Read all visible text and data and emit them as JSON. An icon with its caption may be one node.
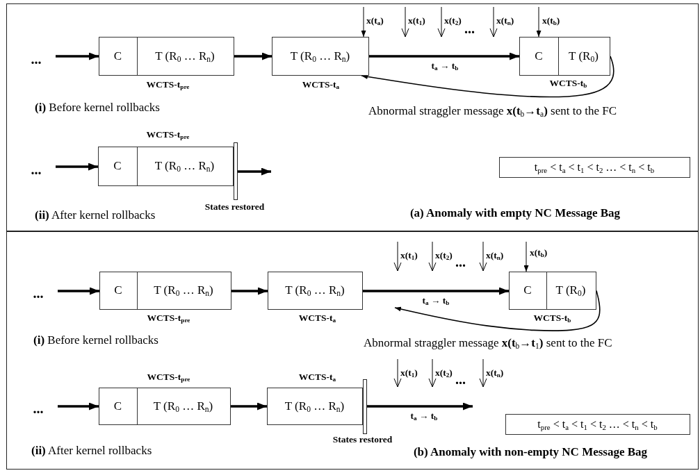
{
  "diagram": {
    "nodes": [
      {
        "text": [
          "(a) Anomaly with empty NC Message Bag"
        ]
      },
      {
        "text": [
          "..."
        ],
        "in": 0
      },
      {
        "text": [
          "C",
          "T (R$_{0}$ … R$_{n}$)"
        ],
        "in": 0,
        "beside": [
          "WCTS-t$_{pre}$"
        ]
      },
      {
        "text": [
          "T (R$_{0}$ … R$_{n}$)"
        ],
        "in": 0,
        "beside": [
          "WCTS-t$_{a}$"
        ]
      },
      {
        "text": [
          "C",
          "T (R$_{0}$)"
        ],
        "in": 0,
        "beside": [
          "WCTS-t$_{b}$"
        ]
      },
      {
        "text": [
          "..."
        ],
        "in": 0
      },
      {
        "text": [
          "C",
          "T (R$_{0}$ … R$_{n}$)"
        ],
        "in": 0,
        "beside": [
          "WCTS-t$_{pre}$"
        ]
      },
      {
        "text": [],
        "shape": "bar",
        "in": 0,
        "beside": [
          "States restored"
        ]
      },
      {
        "text": [
          "t$_{pre}$ < t$_{a}$ < t$_{1}$ < t$_{2}$  … < t$_{n}$ < t$_{b}$"
        ],
        "in": 0
      },
      {
        "text": [
          "(b) Anomaly with non-empty NC Message Bag"
        ]
      },
      {
        "text": [
          "..."
        ],
        "in": 9
      },
      {
        "text": [
          "C",
          "T (R$_{0}$ … R$_{n}$)"
        ],
        "in": 9,
        "beside": [
          "WCTS-t$_{pre}$"
        ]
      },
      {
        "text": [
          "T (R$_{0}$ … R$_{n}$)"
        ],
        "in": 9,
        "beside": [
          "WCTS-t$_{a}$"
        ]
      },
      {
        "text": [
          "C",
          "T (R$_{0}$)"
        ],
        "in": 9,
        "beside": [
          "WCTS-t$_{b}$"
        ]
      },
      {
        "text": [
          "..."
        ],
        "in": 9
      },
      {
        "text": [
          "C",
          "T (R$_{0}$ … R$_{n}$)"
        ],
        "in": 9,
        "beside": [
          "WCTS-t$_{pre}$"
        ]
      },
      {
        "text": [
          "T (R$_{0}$ … R$_{n}$)"
        ],
        "in": 9,
        "beside": [
          "WCTS-t$_{a}$"
        ]
      },
      {
        "text": [],
        "shape": "bar",
        "in": 9,
        "beside": [
          "States restored"
        ]
      },
      {
        "text": [
          "t$_{pre}$ < t$_{a}$ < t$_{1}$ < t$_{2}$  … < t$_{n}$ < t$_{b}$"
        ],
        "in": 9
      }
    ],
    "edges": [
      {
        "from": 1,
        "to": 2,
        "arrow": "to"
      },
      {
        "from": 2,
        "to": 3,
        "arrow": "to"
      },
      {
        "from": null,
        "to": 3,
        "arrow": "to",
        "label": "x(t$_{a}$)"
      },
      {
        "from": 3,
        "to": 4,
        "arrow": "to",
        "label": "t$_{a}$ → t$_{b}$"
      },
      {
        "from": null,
        "to": 4,
        "arrow": "to",
        "label": "x(t$_{b}$)"
      },
      {
        "from": 4,
        "to": 3,
        "arrow": "to",
        "label": "Abnormal straggler message **x(t**$_{b}$**→t**$_{a}$**)** sent to the FC"
      },
      {
        "from": 5,
        "to": 6,
        "arrow": "to"
      },
      {
        "from": 7,
        "to": null,
        "arrow": "to"
      },
      {
        "from": 10,
        "to": 11,
        "arrow": "to"
      },
      {
        "from": 11,
        "to": 12,
        "arrow": "to"
      },
      {
        "from": 12,
        "to": 13,
        "arrow": "to",
        "label": "t$_{a}$ → t$_{b}$"
      },
      {
        "from": null,
        "to": 13,
        "arrow": "to",
        "label": "x(t$_{b}$)"
      },
      {
        "from": 13,
        "to": null,
        "arrow": "to",
        "label": "Abnormal straggler message **x(t**$_{b}$**→t**$_{1}$**)** sent to the FC"
      },
      {
        "from": 14,
        "to": 15,
        "arrow": "to"
      },
      {
        "from": 15,
        "to": 16,
        "arrow": "to"
      },
      {
        "from": 17,
        "to": null,
        "arrow": "to",
        "label": "t$_{a}$ → t$_{b}$"
      }
    ],
    "labels": [
      "**(i)** Before kernel rollbacks",
      "x(t$_{1}$)",
      "x(t$_{2}$)",
      "...",
      "x(t$_{n}$)",
      "**(ii)** After kernel rollbacks",
      "x(t$_{1}$)",
      "x(t$_{2}$)",
      "...",
      "x(t$_{n}$)",
      "**(i)** Before kernel rollbacks",
      "x(t$_{1}$)",
      "x(t$_{2}$)",
      "...",
      "x(t$_{n}$)",
      "**(ii)** After kernel rollbacks"
    ]
  }
}
